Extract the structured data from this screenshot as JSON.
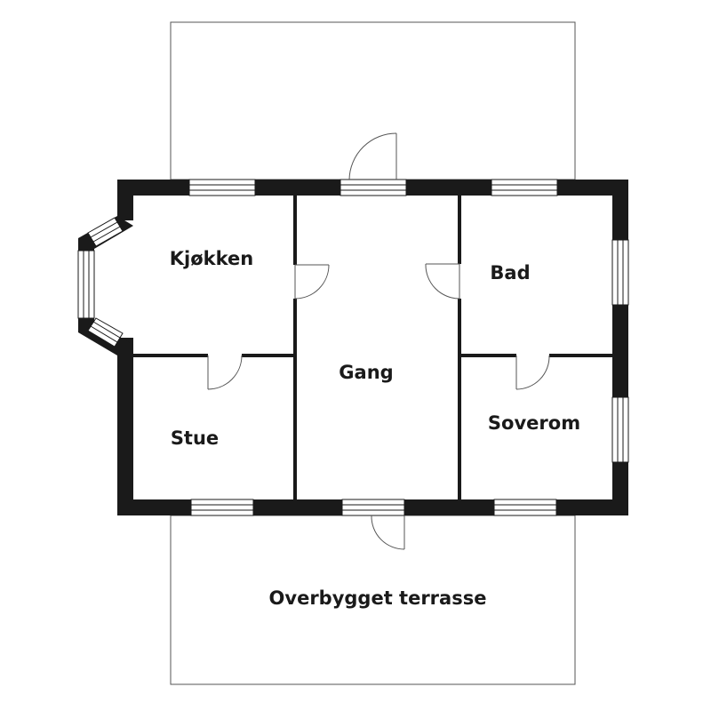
{
  "title": "Floor plan",
  "rooms": {
    "kitchen": "Kjøkken",
    "hall": "Gang",
    "bath": "Bad",
    "living": "Stue",
    "bedroom": "Soverom",
    "terrace": "Overbygget terrasse"
  },
  "colors": {
    "wall": "#1a1a1a",
    "line": "#555555",
    "background": "#ffffff"
  }
}
